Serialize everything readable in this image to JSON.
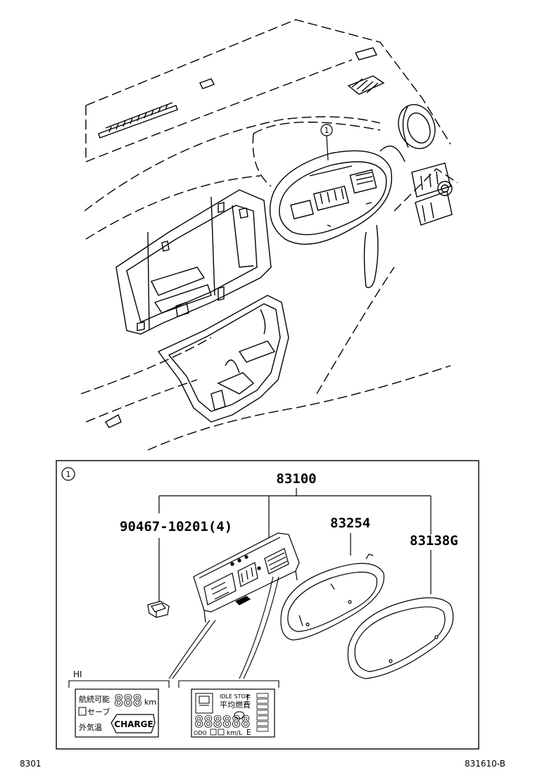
{
  "callout": {
    "number": "1"
  },
  "parts": {
    "assembly": "83100",
    "bolt": "90467-10201(4)",
    "lens": "83254",
    "glass": "83138G"
  },
  "display_variant": {
    "label": "HI"
  },
  "left_display": {
    "line1": "航続可能",
    "line2": "セーブ",
    "line3": "外気温",
    "unit": "km",
    "digits": "888",
    "charge": "CHARGE"
  },
  "right_display": {
    "idle": "IDLE STOP",
    "avg": "平均燃費",
    "fuel_full": "F",
    "fuel_empty": "E",
    "odo": "ODO",
    "unit": "km/L",
    "digits": "888888"
  },
  "footer": {
    "left": "8301",
    "right": "831610-B"
  }
}
